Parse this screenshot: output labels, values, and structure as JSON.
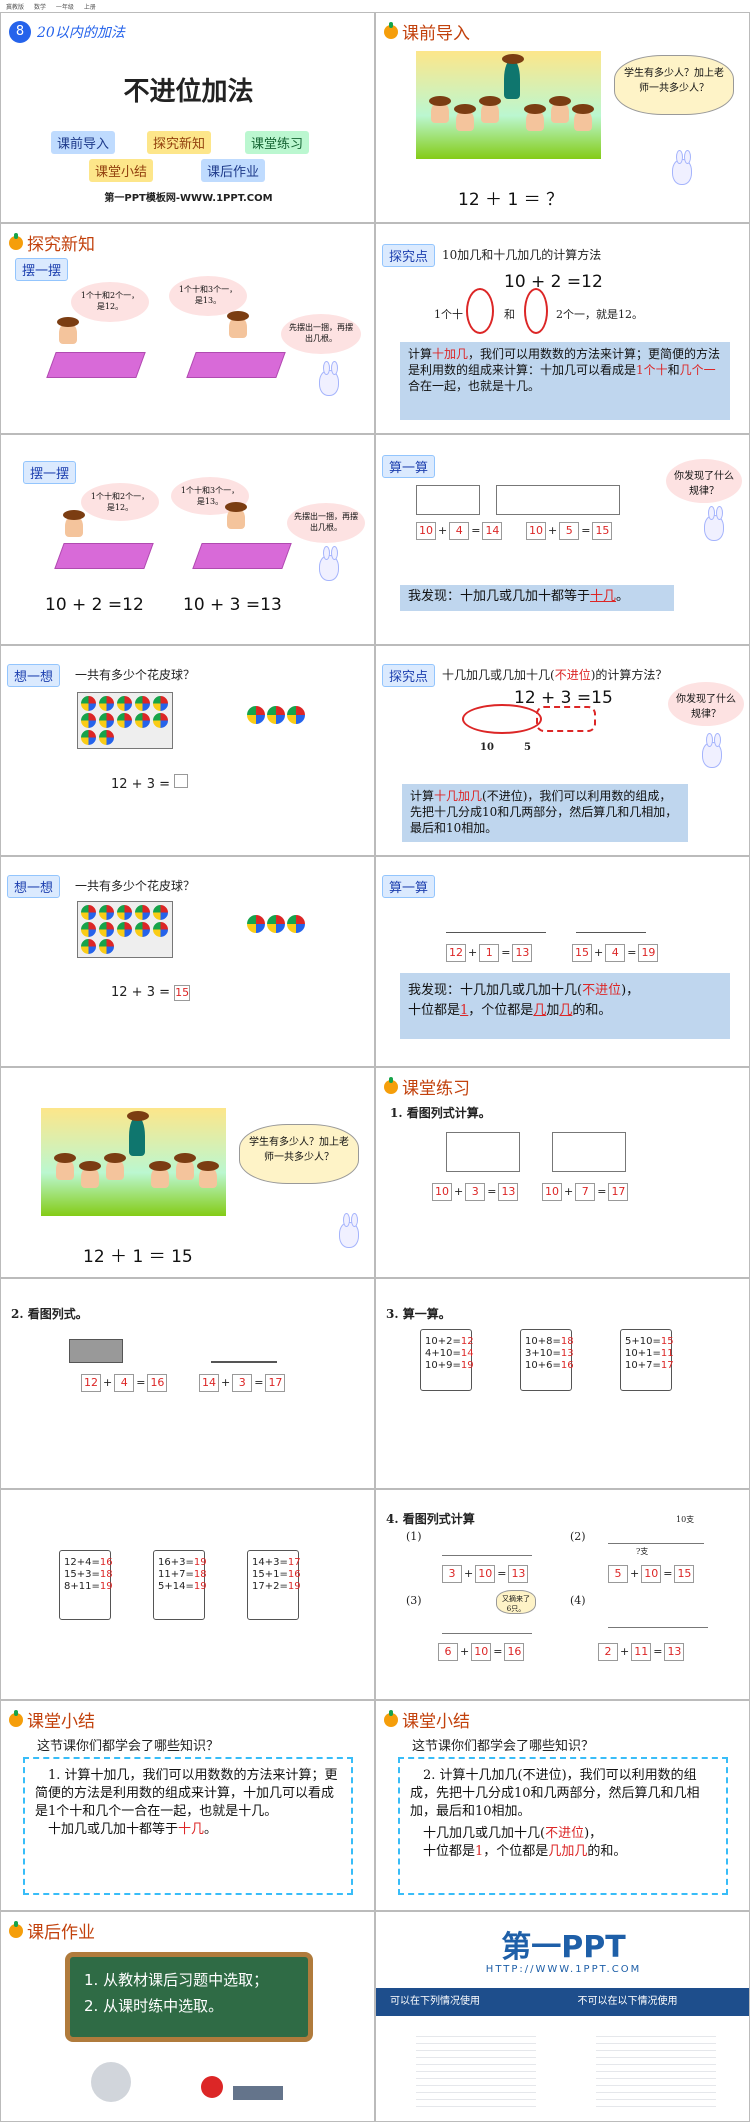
{
  "topbar": {
    "items": [
      "冀教版",
      "数学",
      "一年级",
      "上册"
    ]
  },
  "cover": {
    "unit_num": "8",
    "unit_name": "20以内的加法",
    "title": "不进位加法",
    "menu": [
      "课前导入",
      "探究新知",
      "课堂练习",
      "课堂小结",
      "课后作业"
    ],
    "site": "第一PPT模板网-WWW.1PPT.COM"
  },
  "s2": {
    "title": "课前导入",
    "bubble": "学生有多少人？加上老师一共多少人？",
    "eq": "12 ＋ 1 ＝ ？"
  },
  "s3": {
    "title": "探究新知",
    "tag": "摆一摆",
    "b1": "1个十和2个一，是12。",
    "b2": "1个十和3个一，是13。",
    "b3": "先摆出一捆，再摆出几根。"
  },
  "s4": {
    "tag": "探究点",
    "heading": "10加几和十几加几的计算方法",
    "eq": "10 + 2 =12",
    "line_a": "1个十",
    "line_b": "和",
    "line_c": "2个一，就是12。",
    "panel_1": "计算",
    "panel_red1": "十加几",
    "panel_2": "，我们可以用数数的方法来计算；更简便的方法是利用数的组成来计算：十加几可以看成是",
    "panel_red2": "1个十",
    "panel_3": "和",
    "panel_red3": "几个一",
    "panel_4": "合在一起，也就是十几。"
  },
  "s5": {
    "tag": "摆一摆",
    "b1": "1个十和2个一，是12。",
    "b2": "1个十和3个一，是13。",
    "b3": "先摆出一捆，再摆出几根。",
    "eq1": "10 + 2 =12",
    "eq2": "10 + 3 =13"
  },
  "s6": {
    "tag": "算一算",
    "bubble": "你发现了什么规律？",
    "r1": [
      "10",
      "4",
      "14"
    ],
    "r2": [
      "10",
      "5",
      "15"
    ],
    "find": "我发现：十加几或几加十都等于",
    "blank": "十几",
    "end": "。"
  },
  "s7": {
    "tag": "想一想",
    "q": "一共有多少个花皮球？",
    "eq": "12 + 3 ="
  },
  "s8": {
    "tag": "探究点",
    "heading_a": "十几加几或几加十几(",
    "heading_red": "不进位",
    "heading_b": ")的计算方法？",
    "eq": "12 + 3 =15",
    "n10": "10",
    "n5": "5",
    "bubble": "你发现了什么规律？",
    "panel_1": "计算",
    "panel_red": "十几加几",
    "panel_2": "(不进位)，我们可以利用数的组成，先把十几分成10和几两部分，然后算几和几相加，最后和10相加。"
  },
  "s9": {
    "tag": "想一想",
    "q": "一共有多少个花皮球？",
    "eq": "12 + 3 =",
    "ans": "15"
  },
  "s10": {
    "tag": "算一算",
    "r1": [
      "12",
      "1",
      "13"
    ],
    "r2": [
      "15",
      "4",
      "19"
    ],
    "t1": "我发现：十几加几或几加十几(",
    "t_red": "不进位",
    "t2": ")，",
    "t3": "十位都是",
    "b1": "1",
    "t4": "，个位都是",
    "b2": "几",
    "t5": "加",
    "b3": "几",
    "t6": "的和。"
  },
  "s11": {
    "bubble": "学生有多少人？加上老师一共多少人？",
    "eq": "12 ＋ 1 ＝ 15"
  },
  "s12": {
    "title": "课堂练习",
    "q": "1. 看图列式计算。",
    "r1": [
      "10",
      "3",
      "13"
    ],
    "r2": [
      "10",
      "7",
      "17"
    ]
  },
  "s13": {
    "q": "2. 看图列式。",
    "r1": [
      "12",
      "4",
      "16"
    ],
    "r2": [
      "14",
      "3",
      "17"
    ]
  },
  "s14": {
    "q": "3. 算一算。",
    "cards": [
      [
        [
          "10+2=",
          "12"
        ],
        [
          "4+10=",
          "14"
        ],
        [
          "10+9=",
          "19"
        ]
      ],
      [
        [
          "10+8=",
          "18"
        ],
        [
          "3+10=",
          "13"
        ],
        [
          "10+6=",
          "16"
        ]
      ],
      [
        [
          "5+10=",
          "15"
        ],
        [
          "10+1=",
          "11"
        ],
        [
          "10+7=",
          "17"
        ]
      ]
    ]
  },
  "s15": {
    "cards": [
      [
        [
          "12+4=",
          "16"
        ],
        [
          "15+3=",
          "18"
        ],
        [
          "8+11=",
          "19"
        ]
      ],
      [
        [
          "16+3=",
          "19"
        ],
        [
          "11+7=",
          "18"
        ],
        [
          "5+14=",
          "19"
        ]
      ],
      [
        [
          "14+3=",
          "17"
        ],
        [
          "15+1=",
          "16"
        ],
        [
          "17+2=",
          "19"
        ]
      ]
    ]
  },
  "s16": {
    "q": "4. 看图列式计算",
    "items": [
      {
        "n": "(1)",
        "v": [
          "3",
          "10",
          "13"
        ]
      },
      {
        "n": "(2)",
        "v": [
          "5",
          "10",
          "15"
        ],
        "label": "10支",
        "label2": "?支"
      },
      {
        "n": "(3)",
        "v": [
          "6",
          "10",
          "16"
        ],
        "speech": "又摘来了6只。"
      },
      {
        "n": "(4)",
        "v": [
          "2",
          "11",
          "13"
        ]
      }
    ]
  },
  "s17": {
    "title": "课堂小结",
    "q": "这节课你们都学会了哪些知识？",
    "p1": "1. 计算十加几，我们可以用数数的方法来计算；更简便的方法是利用数的组成来计算，十加几可以看成是1个十和几个一合在一起，也就是十几。",
    "p2a": "十加几或几加十都等于",
    "p2red": "十几",
    "p2b": "。"
  },
  "s18": {
    "title": "课堂小结",
    "q": "这节课你们都学会了哪些知识？",
    "p1": "2. 计算十几加几(不进位)，我们可以利用数的组成，先把十几分成10和几两部分，然后算几和几相加，最后和10相加。",
    "p2a": "十几加几或几加十几(",
    "p2red": "不进位",
    "p2b": ")，",
    "p3a": "十位都是",
    "p3red1": "1",
    "p3b": "，个位都是",
    "p3red2": "几加几",
    "p3c": "的和。"
  },
  "s19": {
    "title": "课后作业",
    "l1": "1. 从教材课后习题中选取；",
    "l2": "2. 从课时练中选取。"
  },
  "s20": {
    "logo": "第一PPT",
    "url": "HTTP://WWW.1PPT.COM",
    "can": "可以在下列情况使用",
    "cannot": "不可以在以下情况使用"
  },
  "colors": {
    "accent": "#c2410c",
    "panel": "#bfd6ee",
    "red": "#dc2626",
    "chalk": "#2f6b45"
  }
}
